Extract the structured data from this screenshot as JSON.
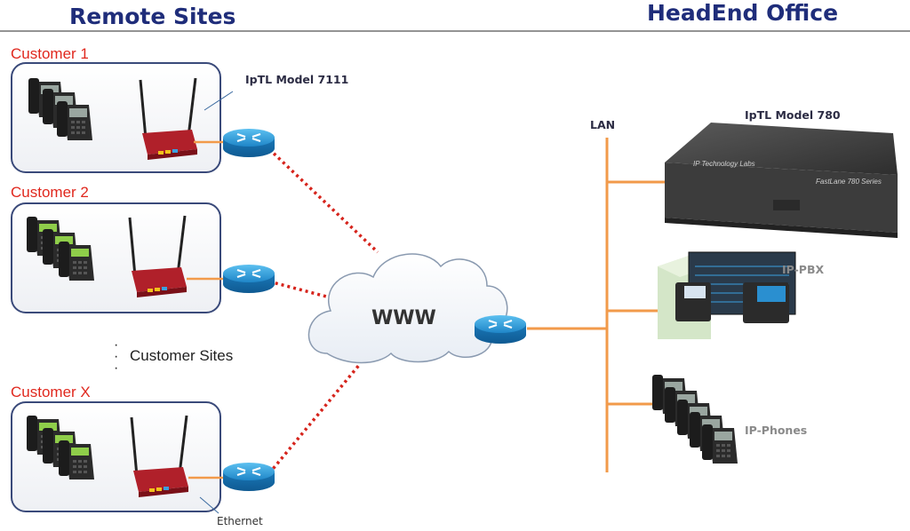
{
  "header": {
    "remote_title": "Remote Sites",
    "headend_title": "HeadEnd Office"
  },
  "remote": {
    "customers": [
      {
        "label": "Customer 1"
      },
      {
        "label": "Customer 2"
      },
      {
        "label": "Customer X"
      }
    ],
    "model_label": "IpTL Model 7111",
    "customer_sites_label": "Customer Sites",
    "ethernet_label": "Ethernet"
  },
  "cloud": {
    "label": "WWW"
  },
  "headend": {
    "lan_label": "LAN",
    "model_label": "IpTL Model 780",
    "pbx_label": "IP-PBX",
    "phones_label": "IP-Phones",
    "device_brand": "IP Technology Labs",
    "device_series": "FastLane 780 Series"
  },
  "colors": {
    "title": "#1f2d7a",
    "customer": "#e0281e",
    "router": "#2a8fd0",
    "orange_link": "#f29a4a",
    "wan_link": "#d6241c",
    "box_border": "#3a4a7a"
  }
}
